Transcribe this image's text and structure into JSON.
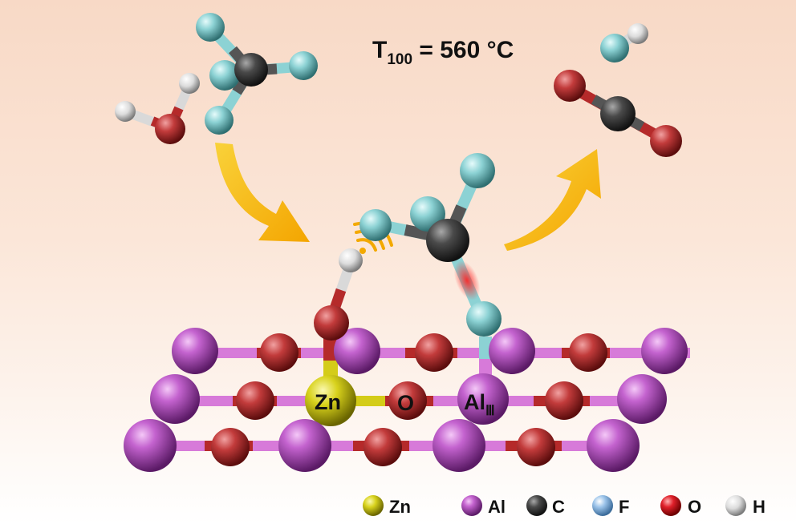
{
  "title": {
    "main": "T",
    "sub": "100",
    "rest": " = 560 °C"
  },
  "atom_labels": {
    "zn": "Zn",
    "o": "O",
    "al": "Al",
    "al_sub": "Ⅲ"
  },
  "legend": [
    {
      "label": "Zn",
      "color": "#f2ec17"
    },
    {
      "label": "Al",
      "color": "#dd6ee6"
    },
    {
      "label": "C",
      "color": "#555555"
    },
    {
      "label": "F",
      "color": "#8fb8e6"
    },
    {
      "label": "O",
      "color": "#e0202a"
    },
    {
      "label": "H",
      "color": "#f0f0f0"
    }
  ]
}
